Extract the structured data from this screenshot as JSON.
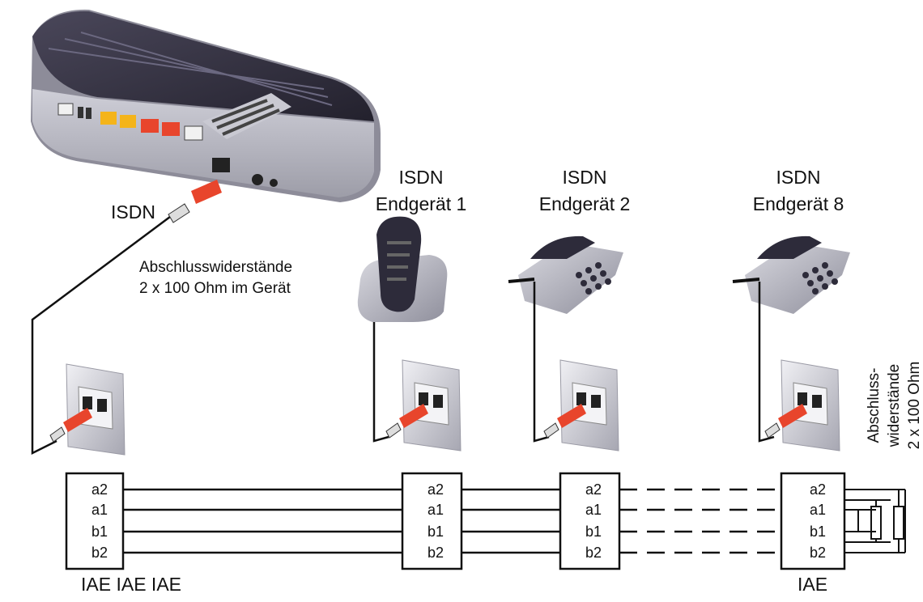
{
  "router": {
    "port_label": "ISDN"
  },
  "termination_note": {
    "line1": "Abschlusswiderstände",
    "line2": "2 x 100 Ohm im Gerät"
  },
  "devices": [
    {
      "line1": "ISDN",
      "line2": "Endgerät 1"
    },
    {
      "line1": "ISDN",
      "line2": "Endgerät 2"
    },
    {
      "line1": "ISDN",
      "line2": "Endgerät 8"
    }
  ],
  "end_resistors": {
    "line1": "Abschluss-",
    "line2": "widerstände",
    "line3": "2 x 100 Ohm"
  },
  "terminals": [
    "a2",
    "a1",
    "b1",
    "b2"
  ],
  "boxes": [
    {
      "caption": "IAE IAE IAE"
    },
    {
      "caption": ""
    },
    {
      "caption": ""
    },
    {
      "caption": "IAE"
    }
  ],
  "colors": {
    "line": "#111111",
    "plug_red": "#e8452c",
    "router_dark": "#2d2b3a",
    "router_light": "#bfbfc9",
    "socket": "#cfcfd6"
  }
}
